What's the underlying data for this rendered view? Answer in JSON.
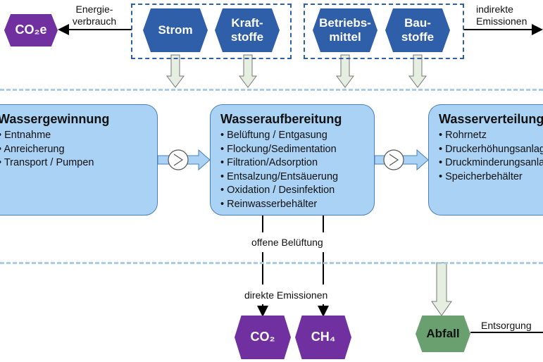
{
  "inputs": {
    "strom": "Strom",
    "kraftstoffe": [
      "Kraft-",
      "stoffe"
    ],
    "betriebsmittel": [
      "Betriebs-",
      "mittel"
    ],
    "baustoffe": [
      "Bau-",
      "stoffe"
    ]
  },
  "co2e": "CO₂e",
  "energie_label": [
    "Energie-",
    "verbrauch"
  ],
  "indirekt_label": [
    "indirekte",
    "Emissionen"
  ],
  "processes": [
    {
      "title": "Wassergewinnung",
      "items": [
        "Entnahme",
        "Anreicherung",
        "Transport / Pumpen"
      ]
    },
    {
      "title": "Wasseraufbereitung",
      "items": [
        "Belüftung / Entgasung",
        "Flockung/Sedimentation",
        "Filtration/Adsorption",
        "Entsalzung/Entsäuerung",
        "Oxidation / Desinfektion",
        "Reinwasserbehälter"
      ]
    },
    {
      "title": "Wasserverteilung",
      "items": [
        "Rohrnetz",
        "Druckerhöhungsanlagen",
        "Druckminderungsanlagen",
        "Speicherbehälter"
      ]
    }
  ],
  "offene_belueftung": "offene Belüftung",
  "direkte_emissionen": "direkte Emissionen",
  "co2": "CO₂",
  "ch4": "CH₄",
  "abfall": "Abfall",
  "entsorgung": "Entsorgung",
  "colors": {
    "blue": "#2f5fa8",
    "purple": "#7030a0",
    "green": "#6aa070",
    "box": "#a9d2f5",
    "dash": "#a8cdea"
  }
}
